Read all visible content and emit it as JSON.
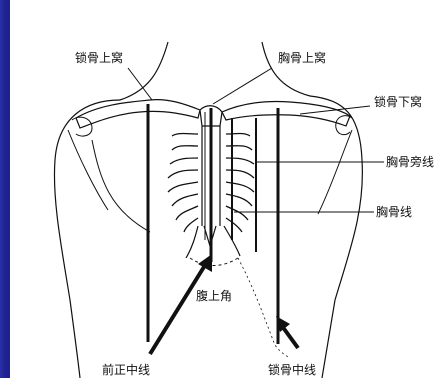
{
  "labels": {
    "supraclavicular_fossa": "锁骨上窝",
    "suprasternal_fossa": "胸骨上窝",
    "infraclavicular_fossa": "锁骨下窝",
    "parasternal_line": "胸骨旁线",
    "sternal_line": "胸骨线",
    "epigastric_angle": "腹上角",
    "anterior_midline": "前正中线",
    "midclavicular_line": "锁骨中线"
  },
  "colors": {
    "background": "#1d2290",
    "panel": "#ffffff",
    "ink": "#111111"
  }
}
